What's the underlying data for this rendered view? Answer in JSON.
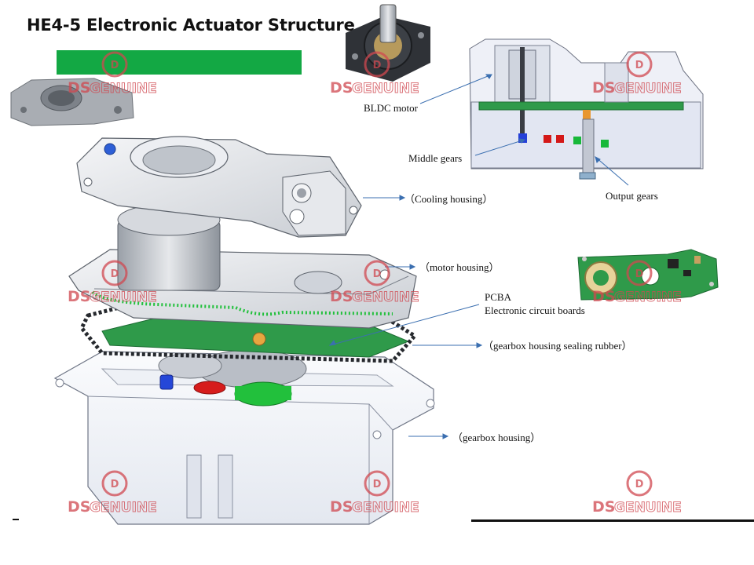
{
  "title": "HE4-5 Electronic Actuator Structure",
  "colors": {
    "accent_green": "#13a844",
    "watermark_red": "#d04850",
    "arrow_blue": "#3b6fb0",
    "housing_gray": "#d7dadf",
    "pcb_green": "#2f9a4a"
  },
  "labels": {
    "bldc_motor": "BLDC motor",
    "middle_gears": "Middle gears",
    "output_gears": "Output gears",
    "cooling_housing": "（Cooling housing）",
    "motor_housing": "（motor housing）",
    "pcba_line1": "PCBA",
    "pcba_line2": "Electronic circuit boards",
    "sealing_rubber": "（gearbox housing sealing rubber）",
    "gearbox_housing": "（gearbox housing）"
  },
  "watermark": {
    "brand_ds": "DS",
    "brand_genuine": "GENUINE"
  }
}
